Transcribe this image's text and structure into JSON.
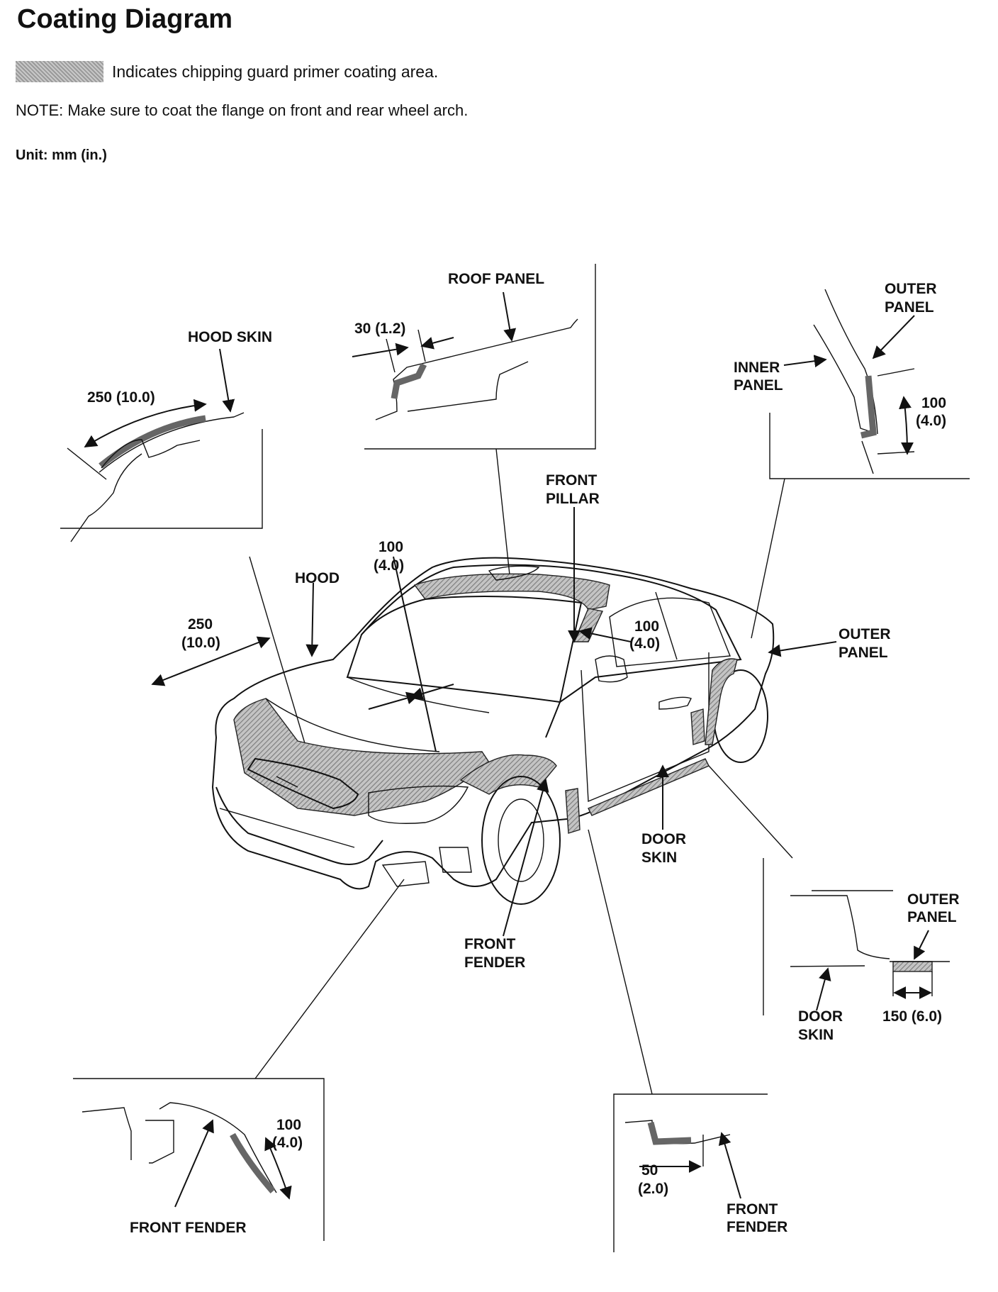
{
  "title": "Coating Diagram",
  "legend": {
    "text": "Indicates chipping guard primer coating area.",
    "swatch_color": "#a8a8a8"
  },
  "note": "NOTE: Make sure to coat the flange on front and rear wheel arch.",
  "unit": "Unit: mm (in.)",
  "labels": {
    "hood_skin": "HOOD SKIN",
    "hood_skin_dim": "250 (10.0)",
    "roof_panel": "ROOF PANEL",
    "roof_dim": "30 (1.2)",
    "outer_panel_top_1": "OUTER",
    "outer_panel_top_2": "PANEL",
    "inner_panel_1": "INNER",
    "inner_panel_2": "PANEL",
    "inner_dim_1": "100",
    "inner_dim_2": "(4.0)",
    "front_pillar_1": "FRONT",
    "front_pillar_2": "PILLAR",
    "windshield_dim_1": "100",
    "windshield_dim_2": "(4.0)",
    "hood": "HOOD",
    "hood_front_dim_1": "250",
    "hood_front_dim_2": "(10.0)",
    "pillar_dim_1": "100",
    "pillar_dim_2": "(4.0)",
    "outer_panel_right_1": "OUTER",
    "outer_panel_right_2": "PANEL",
    "door_skin_1": "DOOR",
    "door_skin_2": "SKIN",
    "front_fender_mid_1": "FRONT",
    "front_fender_mid_2": "FENDER",
    "sill_outer_1": "OUTER",
    "sill_outer_2": "PANEL",
    "sill_door_1": "DOOR",
    "sill_door_2": "SKIN",
    "sill_dim": "150 (6.0)",
    "fender_left_dim_1": "100",
    "fender_left_dim_2": "(4.0)",
    "fender_left": "FRONT FENDER",
    "fender_right_dim_1": "50",
    "fender_right_dim_2": "(2.0)",
    "fender_right_1": "FRONT",
    "fender_right_2": "FENDER"
  }
}
